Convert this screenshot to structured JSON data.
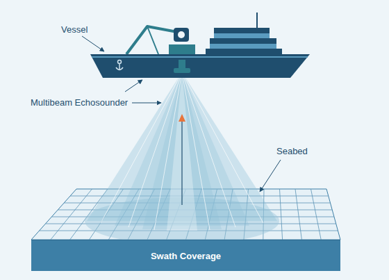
{
  "diagram": {
    "nodes": [
      {
        "text": [
          "Swath Coverage"
        ]
      }
    ],
    "labels": [
      "Vessel",
      "Multibeam Echosounder",
      "Seabed"
    ]
  }
}
